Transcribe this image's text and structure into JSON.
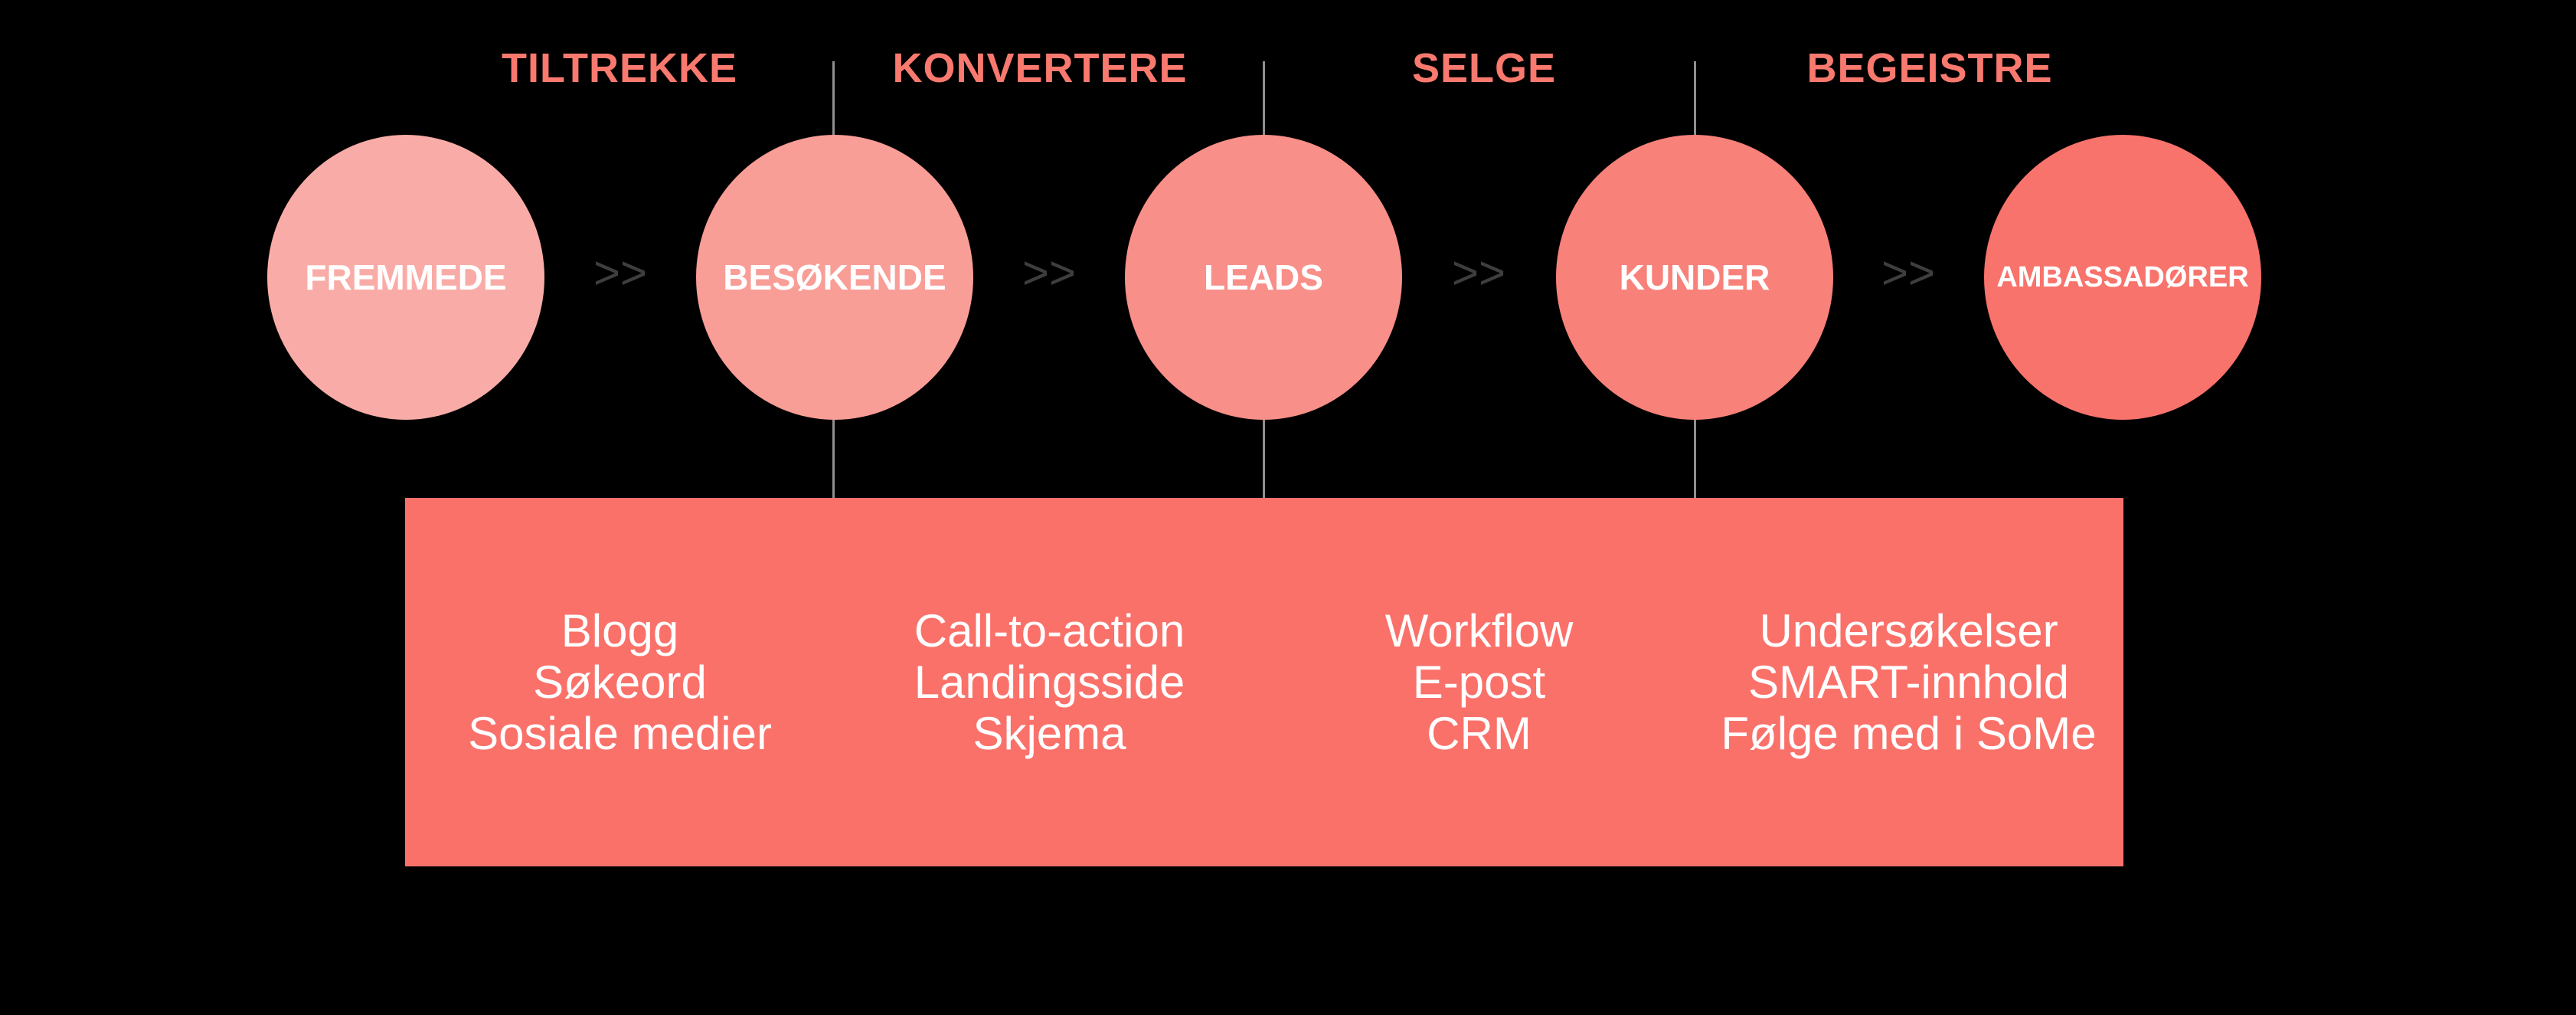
{
  "diagram": {
    "title_implied": "Inbound marketing funnel",
    "stages": [
      {
        "label": "TILTREKKE"
      },
      {
        "label": "KONVERTERE"
      },
      {
        "label": "SELGE"
      },
      {
        "label": "BEGEISTRE"
      }
    ],
    "audiences": [
      {
        "label": "FREMMEDE",
        "color": "#F9ACA7"
      },
      {
        "label": "BESØKENDE",
        "color": "#F99D97"
      },
      {
        "label": "LEADS",
        "color": "#F98F89"
      },
      {
        "label": "KUNDER",
        "color": "#F8817A"
      },
      {
        "label": "AMBASSADØRER",
        "color": "#F8736B"
      }
    ],
    "arrow_glyph": ">>",
    "tools_columns": [
      {
        "stage": "TILTREKKE",
        "items": [
          "Blogg",
          "Søkeord",
          "Sosiale medier"
        ]
      },
      {
        "stage": "KONVERTERE",
        "items": [
          "Call-to-action",
          "Landingsside",
          "Skjema"
        ]
      },
      {
        "stage": "SELGE",
        "items": [
          "Workflow",
          "E-post",
          "CRM"
        ]
      },
      {
        "stage": "BEGEISTRE",
        "items": [
          "Undersøkelser",
          "SMART-innhold",
          "Følge med i SoMe"
        ]
      }
    ],
    "colors": {
      "background": "#000000",
      "stage_label": "#F9796F",
      "box": "#FA716A",
      "arrow": "#3E3E3E",
      "line": "#8F8F8F",
      "circle_text": "#FFFFFF"
    }
  }
}
